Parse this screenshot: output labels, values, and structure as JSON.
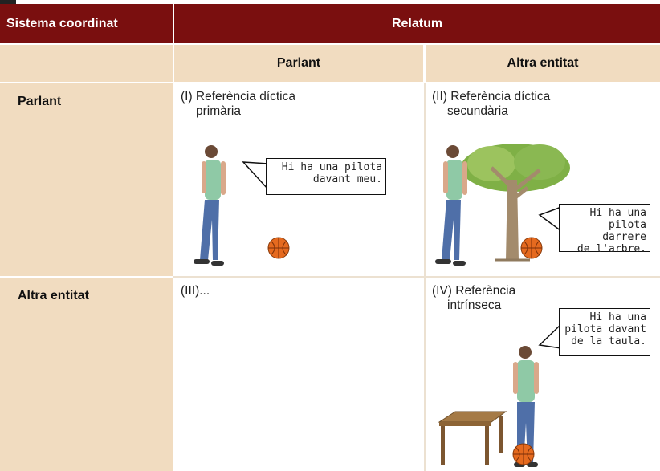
{
  "header": {
    "col1": "Sistema coordinat",
    "relatum": "Relatum"
  },
  "subheader": {
    "parlant": "Parlant",
    "altra_entitat": "Altra entitat"
  },
  "rows": {
    "row1_label": "Parlant",
    "row2_label": "Altra entitat"
  },
  "cells": {
    "c1": {
      "line1": "(I) Referència díctica",
      "line2": "primària",
      "bubble": [
        "Hi ha una pilota",
        "davant meu."
      ]
    },
    "c2": {
      "line1": "(II) Referència díctica",
      "line2": "secundària",
      "bubble": [
        "Hi ha una",
        "pilota darrere",
        "de l'arbre."
      ]
    },
    "c3": {
      "line1": "(III)..."
    },
    "c4": {
      "line1": "(IV) Referència",
      "line2": "intrínseca",
      "bubble": [
        "Hi ha una",
        "pilota davant",
        "de la taula."
      ]
    }
  },
  "colors": {
    "header_bg": "#7a0f0f",
    "subheader_bg": "#f1dcc0",
    "grid_line": "#e2cfb4"
  }
}
